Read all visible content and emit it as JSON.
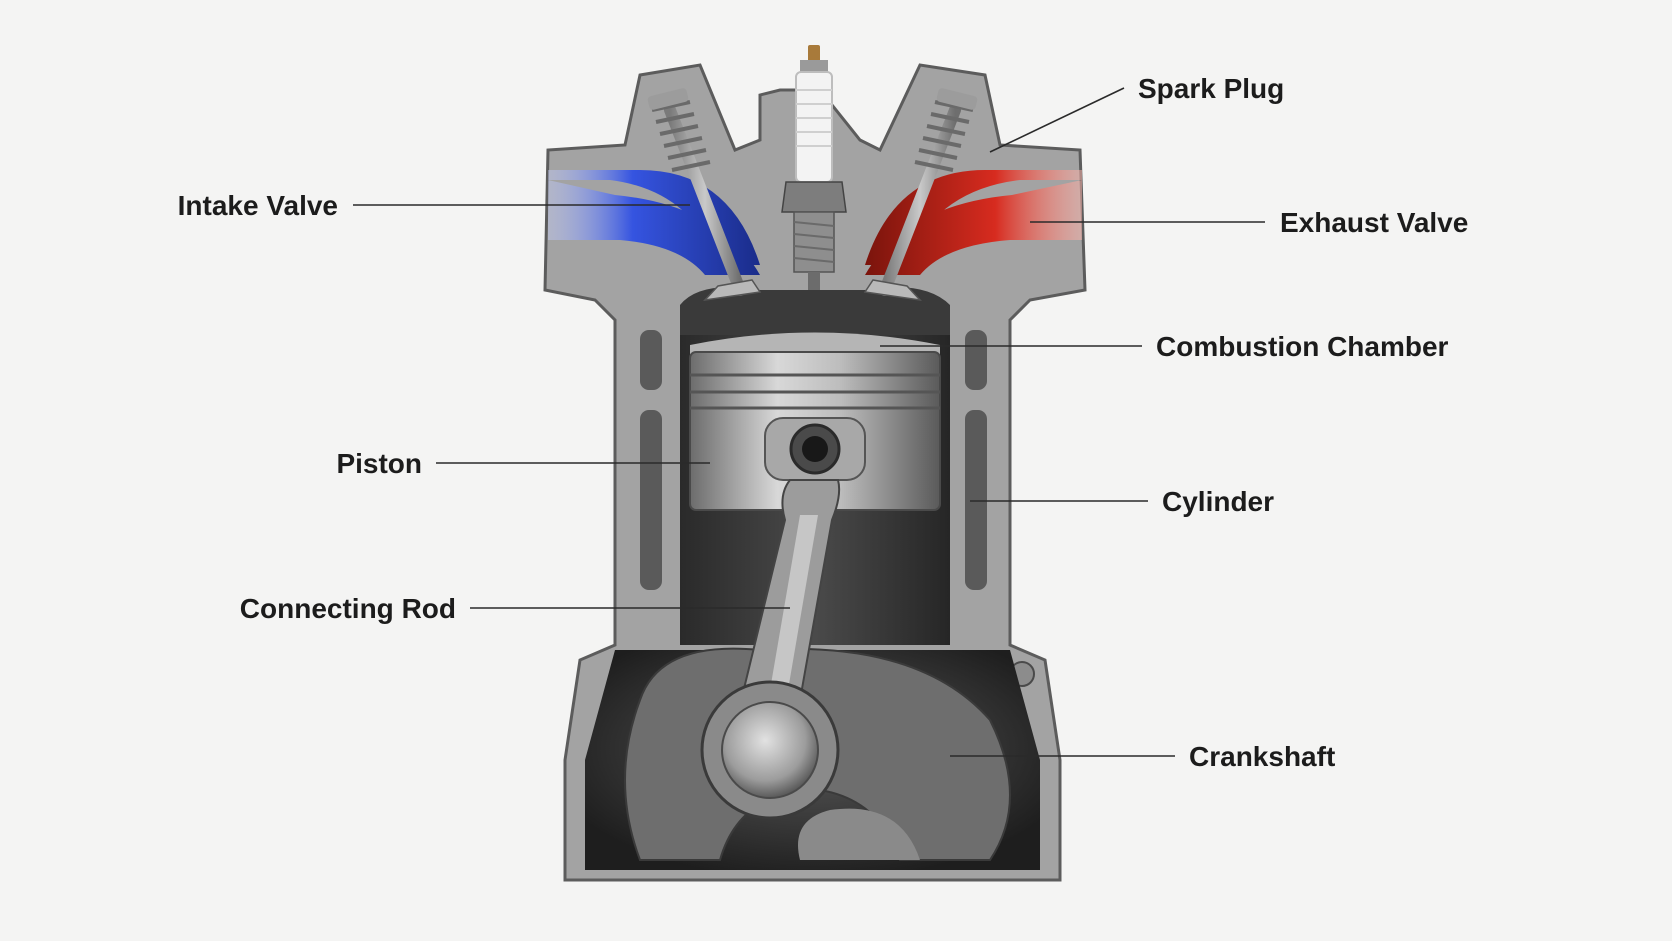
{
  "diagram": {
    "labels": {
      "spark_plug": "Spark Plug",
      "intake_valve": "Intake Valve",
      "exhaust_valve": "Exhaust Valve",
      "combustion_chamber": "Combustion Chamber",
      "piston": "Piston",
      "cylinder": "Cylinder",
      "connecting_rod": "Connecting Rod",
      "crankshaft": "Crankshaft"
    },
    "colors": {
      "background": "#f4f4f3",
      "intake_port": "#2f4fd8",
      "exhaust_port": "#d42a1e",
      "block_metal": "#9a9a9a",
      "chamber_interior": "#3a3a3a"
    },
    "icons": [
      "spark-plug",
      "valve-spring",
      "piston-pin",
      "crank-journal"
    ]
  }
}
